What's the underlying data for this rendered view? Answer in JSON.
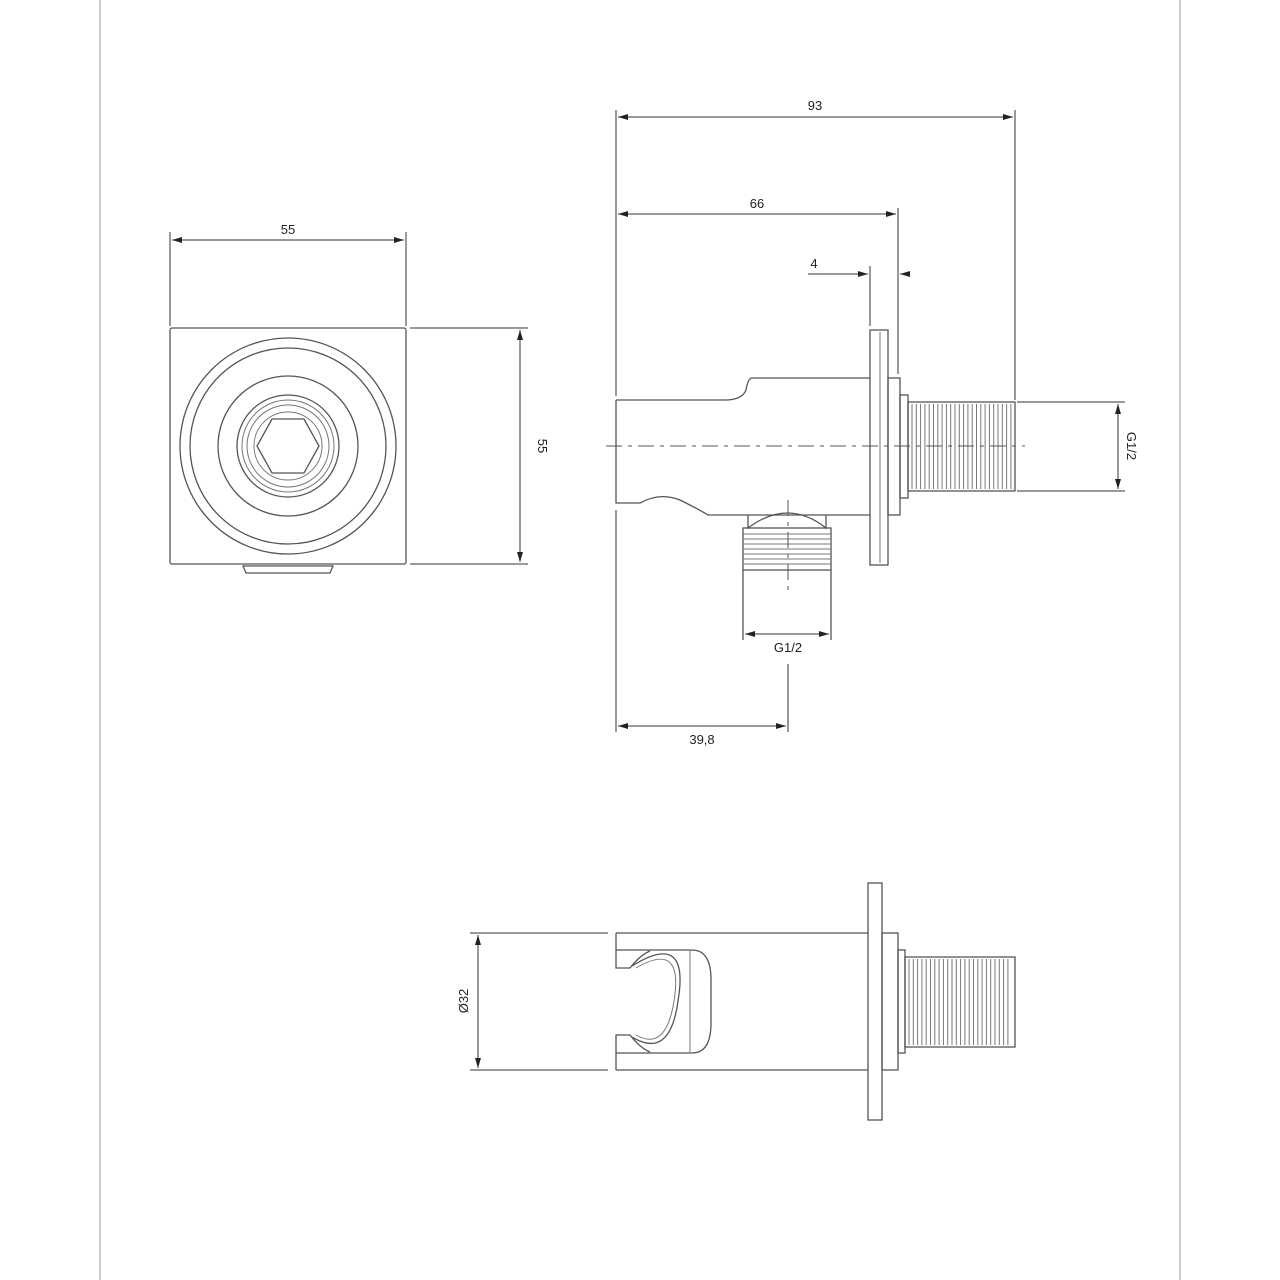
{
  "dimensions": {
    "front_width": "55",
    "front_height": "55",
    "overall_length": "93",
    "body_length": "66",
    "flange_thickness": "4",
    "outlet_thread_side": "G1/2",
    "outlet_thread_bottom": "G1/2",
    "outlet_offset": "39,8",
    "diameter": "Ø32"
  }
}
